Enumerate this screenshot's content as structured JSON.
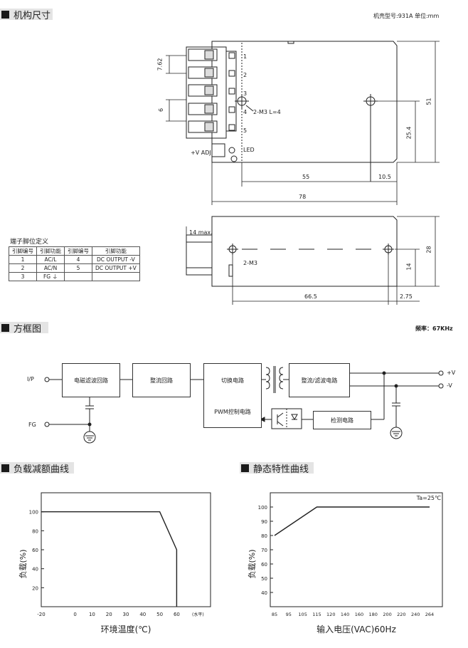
{
  "sections": {
    "mechanical": "机构尺寸",
    "block_diagram": "方框图",
    "derating": "负载减额曲线",
    "static": "静态特性曲线"
  },
  "mechanical": {
    "case_info": "机壳型号:931A   单位:mm",
    "pins": [
      "1",
      "2",
      "3",
      "4",
      "5"
    ],
    "dims": {
      "pitch": "7.62",
      "gap": "6",
      "screw": "2-M3 L=4",
      "led": "LED",
      "vadj": "+V ADJ.",
      "d55": "55",
      "d10_5": "10.5",
      "d78": "78",
      "d51": "51",
      "d25_4": "25.4",
      "d14max": "14 max.",
      "d28": "28",
      "d14": "14",
      "d2m3": "2-M3",
      "d66_5": "66.5",
      "d2_75": "2.75"
    }
  },
  "pin_table": {
    "title": "端子脚位定义",
    "headers": [
      "引脚编号",
      "引脚功能",
      "引脚编号",
      "引脚功能"
    ],
    "rows": [
      [
        "1",
        "AC/L",
        "4",
        "DC OUTPUT -V"
      ],
      [
        "2",
        "AC/N",
        "5",
        "DC OUTPUT +V"
      ],
      [
        "3",
        "FG ⏚",
        "",
        ""
      ]
    ]
  },
  "block": {
    "freq": "频率：67KHz",
    "input": "I/P",
    "fg": "FG",
    "emi": "电磁滤波回路",
    "rect": "整流回路",
    "switch": "切换电路",
    "out_rect": "整流/滤波电路",
    "pwm": "PWM控制电路",
    "detect": "检测电路",
    "vplus": "+V",
    "vminus": "-V"
  },
  "derating_chart": {
    "type": "line",
    "x_ticks": [
      "-20",
      "0",
      "10",
      "20",
      "30",
      "40",
      "50",
      "60"
    ],
    "x_unit": "(水平)",
    "y_ticks": [
      "100",
      "80",
      "60",
      "40",
      "20"
    ],
    "xlabel": "环境温度(℃)",
    "ylabel": "负载(%)",
    "points": [
      [
        -20,
        100
      ],
      [
        50,
        100
      ],
      [
        60,
        60
      ],
      [
        60,
        0
      ]
    ]
  },
  "static_chart": {
    "type": "line",
    "note": "Ta=25℃",
    "x_ticks": [
      "85",
      "95",
      "105",
      "115",
      "120",
      "140",
      "160",
      "180",
      "200",
      "220",
      "240",
      "264"
    ],
    "y_ticks": [
      "100",
      "90",
      "80",
      "70",
      "60",
      "50",
      "40"
    ],
    "xlabel": "输入电压(VAC)60Hz",
    "ylabel": "负载(%)",
    "points": [
      [
        "85",
        80
      ],
      [
        "115",
        100
      ],
      [
        "264",
        100
      ]
    ]
  }
}
